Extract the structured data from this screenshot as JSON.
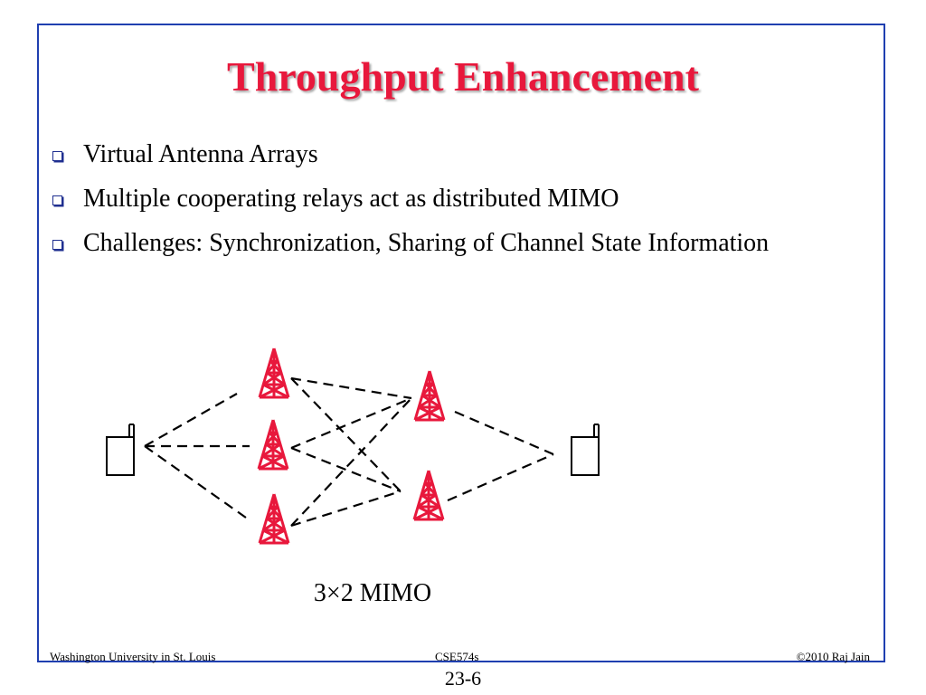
{
  "slide": {
    "title": "Throughput Enhancement",
    "bullets": [
      "Virtual Antenna Arrays",
      "Multiple cooperating relays act as distributed MIMO",
      "Challenges: Synchronization, Sharing of Channel State Information"
    ],
    "diagram_caption": "3×2 MIMO"
  },
  "footer": {
    "left": "Washington University in St. Louis",
    "center": "CSE574s",
    "right": "©2010 Raj Jain"
  },
  "page_number": "23-6",
  "colors": {
    "title": "#e8183c",
    "frame": "#1f3fb0",
    "tower": "#e8183c",
    "bullet": "#1f2f90"
  },
  "icons": {
    "bullet": "hollow-square-bullet-icon",
    "relay": "antenna-tower-icon",
    "terminal": "mobile-phone-icon"
  }
}
